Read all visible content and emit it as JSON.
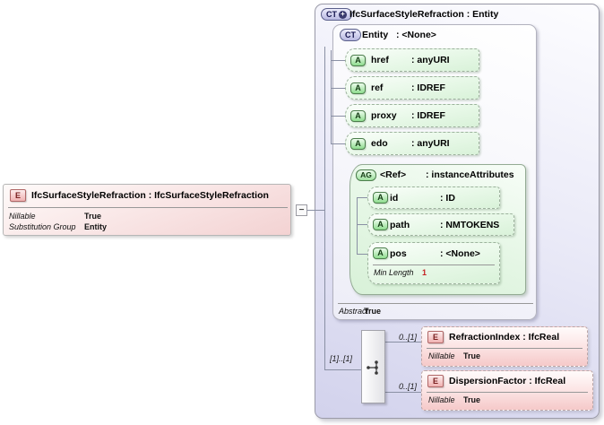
{
  "colors": {
    "element_pink": "#f5caca",
    "attribute_green": "#bfe9bf",
    "complex_type_lavender": "#d6d6ef",
    "facet_value_red": "#c42222",
    "connector_line_gray": "#8a90a4"
  },
  "root_element": {
    "badge": "E",
    "title": "IfcSurfaceStyleRefraction : IfcSurfaceStyleRefraction",
    "meta": [
      {
        "label": "Nillable",
        "value": "True"
      },
      {
        "label": "Substitution Group",
        "value": "Entity"
      }
    ]
  },
  "toggle": {
    "glyph": "−"
  },
  "complex_type": {
    "badge": "CT",
    "plus": "+",
    "title": "IfcSurfaceStyleRefraction : Entity",
    "base_type": {
      "badge": "CT",
      "name": "Entity",
      "type": ": <None>",
      "attributes": [
        {
          "badge": "A",
          "name": "href",
          "type": ": anyURI"
        },
        {
          "badge": "A",
          "name": "ref",
          "type": ": IDREF"
        },
        {
          "badge": "A",
          "name": "proxy",
          "type": ": IDREF"
        },
        {
          "badge": "A",
          "name": "edo",
          "type": ": anyURI"
        }
      ],
      "attribute_group": {
        "badge": "AG",
        "name": "<Ref>",
        "type": ": instanceAttributes",
        "attributes": [
          {
            "badge": "A",
            "name": "id",
            "type": ": ID"
          },
          {
            "badge": "A",
            "name": "path",
            "type": ": NMTOKENS"
          },
          {
            "badge": "A",
            "name": "pos",
            "type": ": <None>",
            "facet_label": "Min Length",
            "facet_value": "1"
          }
        ]
      },
      "meta": [
        {
          "label": "Abstract",
          "value": "True"
        }
      ]
    },
    "content": {
      "cardinality": "[1]..[1]",
      "compositor": "sequence",
      "children": [
        {
          "badge": "E",
          "cardinality": "0..[1]",
          "title": "RefractionIndex : IfcReal",
          "meta": [
            {
              "label": "Nillable",
              "value": "True"
            }
          ]
        },
        {
          "badge": "E",
          "cardinality": "0..[1]",
          "title": "DispersionFactor : IfcReal",
          "meta": [
            {
              "label": "Nillable",
              "value": "True"
            }
          ]
        }
      ]
    }
  }
}
